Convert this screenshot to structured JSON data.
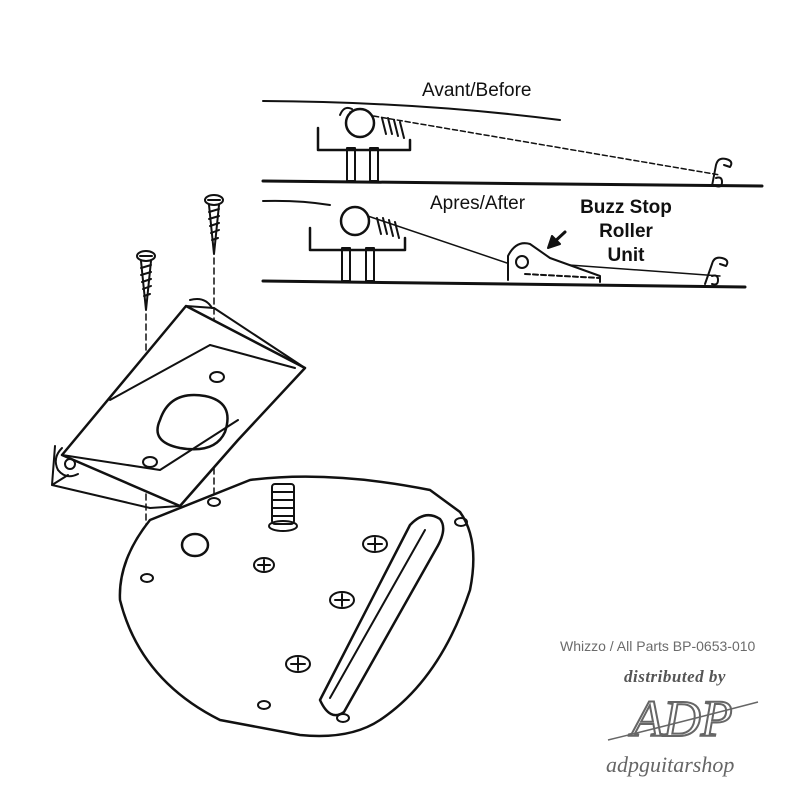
{
  "labels": {
    "before": "Avant/Before",
    "after": "Apres/After",
    "buzz_stop": [
      "Buzz Stop",
      "Roller",
      "Unit"
    ]
  },
  "credit": "Whizzo / All Parts BP-0653-010",
  "distributed_by": "distributed by",
  "logo_text": "ADP",
  "shop_name": "adpguitarshop",
  "colors": {
    "line": "#111111",
    "credit": "#6b6b6b",
    "logo": "#666666"
  }
}
